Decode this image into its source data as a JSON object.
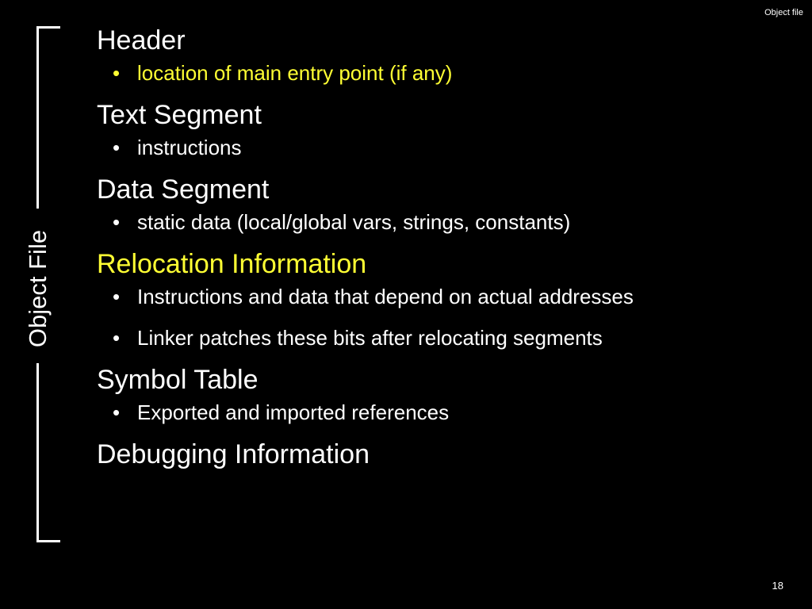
{
  "slide": {
    "corner_title": "Object file",
    "page_number": "18",
    "bracket_label": "Object File",
    "bullet_glyph": "•",
    "accent_color": "#ffff33",
    "sections": [
      {
        "heading": "Header",
        "heading_highlight": false,
        "bullets": [
          {
            "text": "location of main entry point (if any)",
            "highlight": true
          }
        ]
      },
      {
        "heading": "Text Segment",
        "heading_highlight": false,
        "bullets": [
          {
            "text": "instructions",
            "highlight": false
          }
        ]
      },
      {
        "heading": "Data Segment",
        "heading_highlight": false,
        "bullets": [
          {
            "text": "static data (local/global vars, strings, constants)",
            "highlight": false
          }
        ]
      },
      {
        "heading": "Relocation Information",
        "heading_highlight": true,
        "bullets": [
          {
            "text": "Instructions and data that depend on actual addresses",
            "highlight": false
          },
          {
            "text": "Linker patches these bits after relocating segments",
            "highlight": false
          }
        ]
      },
      {
        "heading": "Symbol Table",
        "heading_highlight": false,
        "bullets": [
          {
            "text": "Exported and imported references",
            "highlight": false
          }
        ]
      },
      {
        "heading": "Debugging Information",
        "heading_highlight": false,
        "bullets": []
      }
    ]
  }
}
